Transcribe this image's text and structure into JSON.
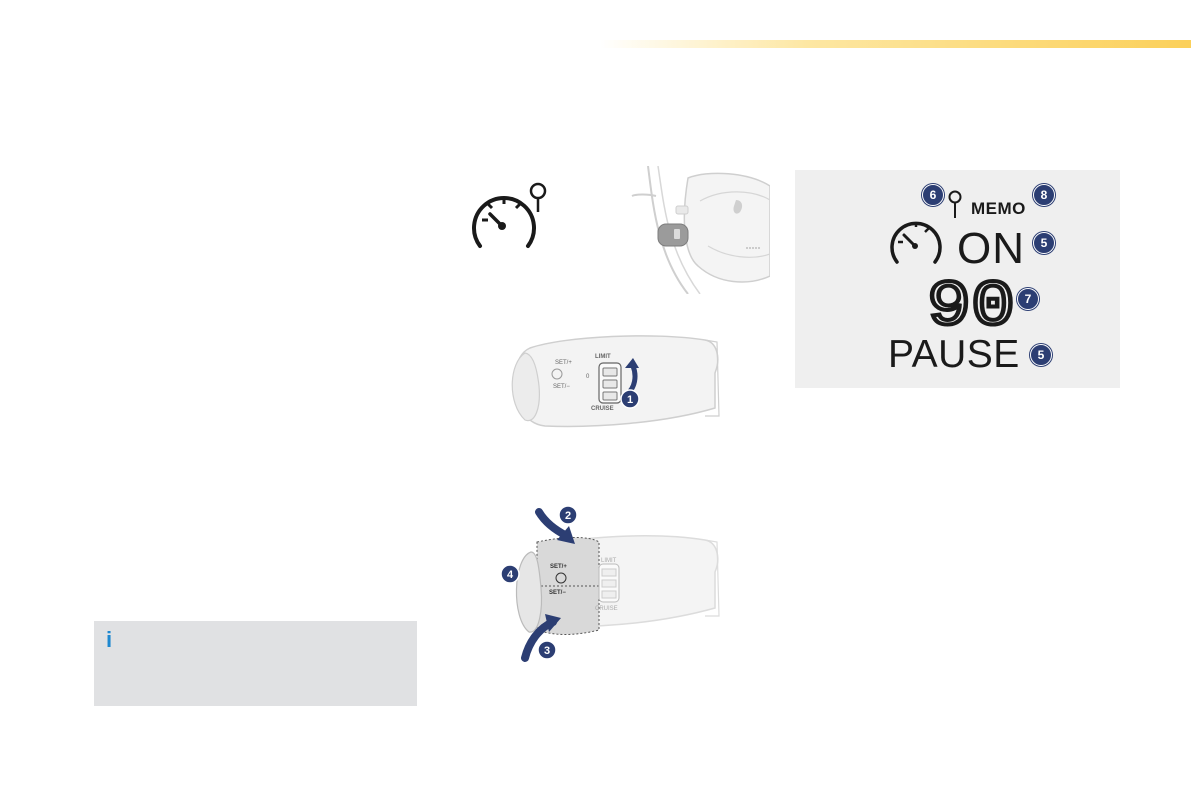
{
  "page": {
    "accent_color": "#fbd05a",
    "info_color": "#1e88d0"
  },
  "left_pictogram": {
    "icon": "speed-limiter-icon"
  },
  "info_box": {
    "icon_glyph": "i",
    "background": "#e0e1e3"
  },
  "steering_wheel": {
    "brand_logo": "lion-emblem"
  },
  "control_stalk": {
    "set_plus_label": "SET/+",
    "set_minus_label": "SET/−",
    "limit_label": "LIMIT",
    "cruise_label": "CRUISE",
    "zero_label": "0",
    "callout_1": "1"
  },
  "control_stalk_detail": {
    "set_plus_label": "SET/+",
    "set_minus_label": "SET/−",
    "limit_label": "LIMIT",
    "cruise_label": "CRUISE",
    "callout_2": "2",
    "callout_3": "3",
    "callout_4": "4"
  },
  "instrument_display": {
    "memo_label": "MEMO",
    "status_on": "ON",
    "speed_value": "90",
    "status_pause": "PAUSE",
    "callout_6": "6",
    "callout_8": "8",
    "callout_5_on": "5",
    "callout_7": "7",
    "callout_5_pause": "5"
  }
}
